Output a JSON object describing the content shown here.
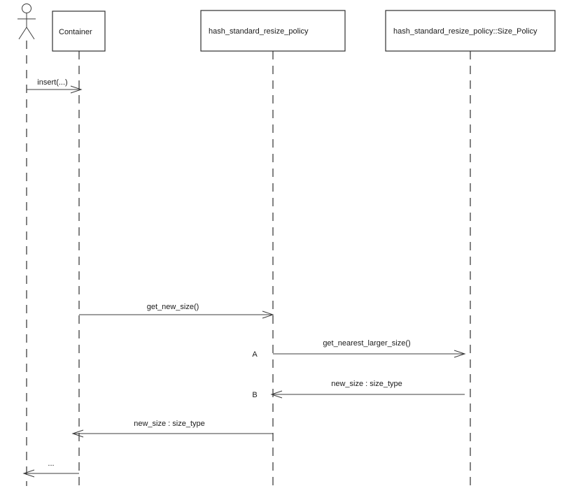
{
  "diagram": {
    "type": "uml-sequence",
    "actor": {
      "name": "actor"
    },
    "participants": [
      {
        "label": "Container"
      },
      {
        "label": "hash_standard_resize_policy"
      },
      {
        "label": "hash_standard_resize_policy::Size_Policy"
      }
    ],
    "messages": [
      {
        "from": "actor",
        "to": "Container",
        "label": "insert(...)",
        "direction": "right"
      },
      {
        "from": "Container",
        "to": "hash_standard_resize_policy",
        "label": "get_new_size()",
        "direction": "right"
      },
      {
        "from": "hash_standard_resize_policy",
        "to": "hash_standard_resize_policy::Size_Policy",
        "label": "get_nearest_larger_size()",
        "direction": "right",
        "marker": "A"
      },
      {
        "from": "hash_standard_resize_policy::Size_Policy",
        "to": "hash_standard_resize_policy",
        "label": "new_size : size_type",
        "direction": "left",
        "marker": "B"
      },
      {
        "from": "hash_standard_resize_policy",
        "to": "Container",
        "label": "new_size : size_type",
        "direction": "left"
      },
      {
        "from": "Container",
        "to": "actor",
        "label": "...",
        "direction": "left"
      }
    ],
    "colors": {
      "line": "#3c3c3c",
      "text": "#1a1a1a",
      "background": "#ffffff"
    }
  }
}
